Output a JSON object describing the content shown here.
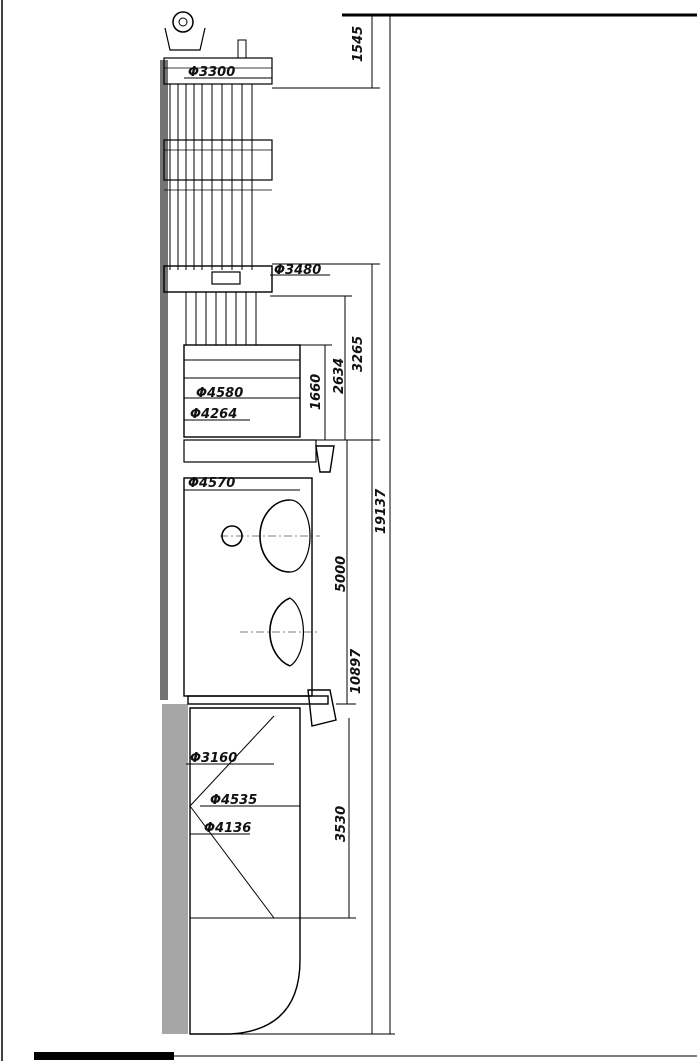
{
  "diameter_labels": {
    "d3300": "Φ3300",
    "d3480": "Φ3480",
    "d4580": "Φ4580",
    "d4264": "Φ4264",
    "d4570": "Φ4570",
    "d3160": "Φ3160",
    "d4535": "Φ4535",
    "d4136": "Φ4136"
  },
  "height_labels": {
    "h1545": "1545",
    "h3265": "3265",
    "h2634": "2634",
    "h1660": "1660",
    "h19137": "19137",
    "h5000": "5000",
    "h10897": "10897",
    "h3530": "3530"
  }
}
